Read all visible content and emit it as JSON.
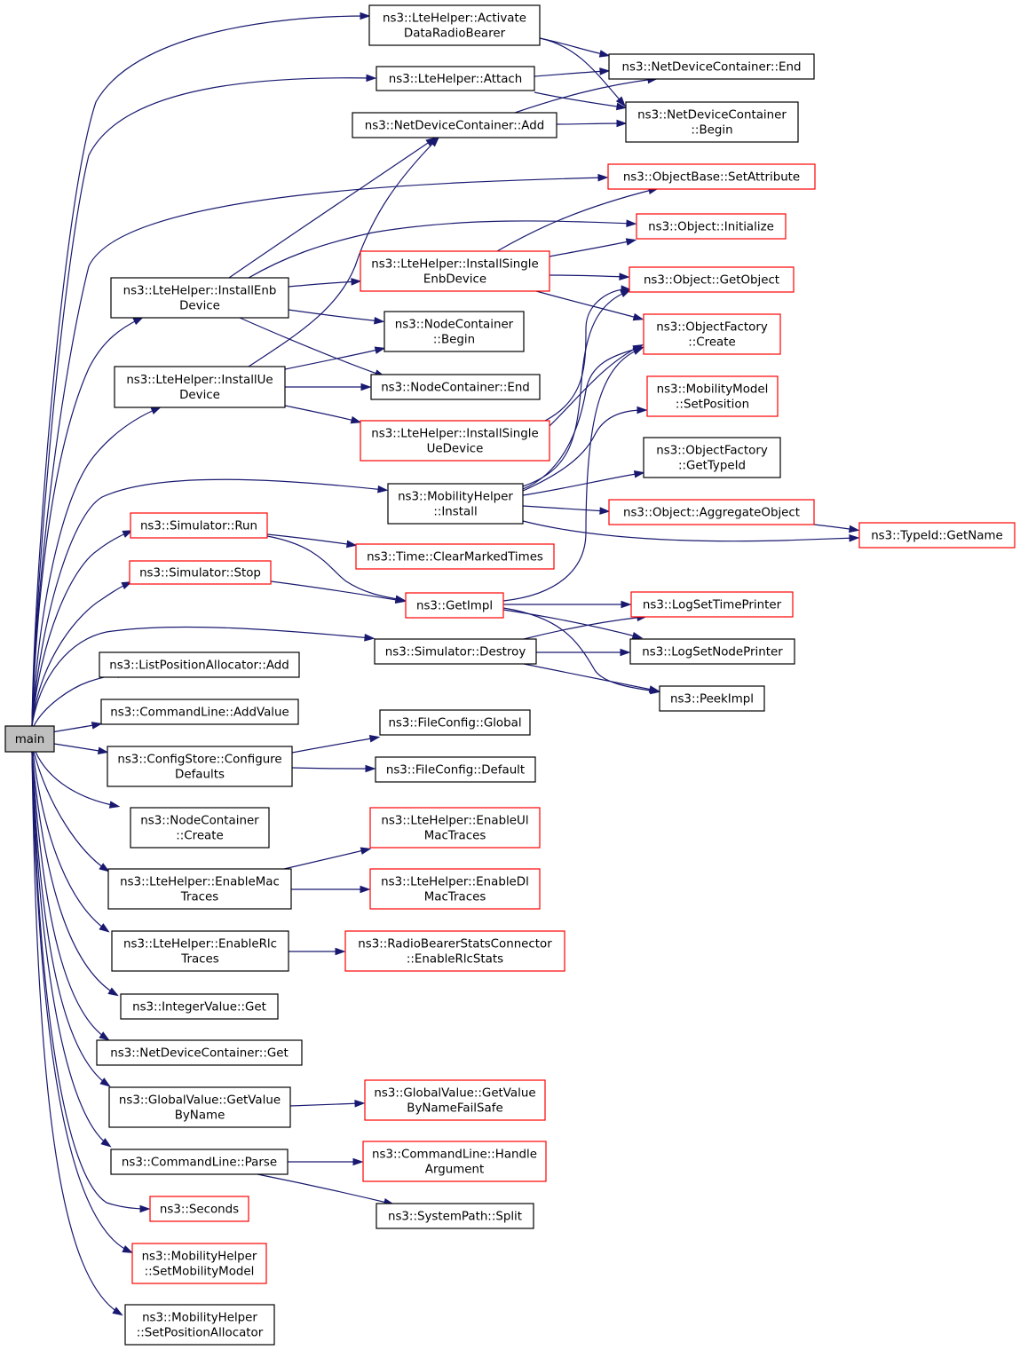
{
  "graph": {
    "colors": {
      "edge": "#191970",
      "normal_border": "#000000",
      "truncated_border": "#ff0000",
      "root_fill": "#bfbfbf",
      "node_fill": "#ffffff"
    },
    "nodes": [
      {
        "id": "main",
        "lines": [
          "main"
        ],
        "kind": "root"
      },
      {
        "id": "activate",
        "lines": [
          "ns3::LteHelper::Activate",
          "DataRadioBearer"
        ],
        "kind": "normal"
      },
      {
        "id": "attach",
        "lines": [
          "ns3::LteHelper::Attach"
        ],
        "kind": "normal"
      },
      {
        "id": "ndc-add",
        "lines": [
          "ns3::NetDeviceContainer::Add"
        ],
        "kind": "normal"
      },
      {
        "id": "ndc-end",
        "lines": [
          "ns3::NetDeviceContainer::End"
        ],
        "kind": "normal"
      },
      {
        "id": "ndc-begin",
        "lines": [
          "ns3::NetDeviceContainer",
          "::Begin"
        ],
        "kind": "normal"
      },
      {
        "id": "setattr",
        "lines": [
          "ns3::ObjectBase::SetAttribute"
        ],
        "kind": "truncated"
      },
      {
        "id": "obj-init",
        "lines": [
          "ns3::Object::Initialize"
        ],
        "kind": "truncated"
      },
      {
        "id": "install-single-enb",
        "lines": [
          "ns3::LteHelper::InstallSingle",
          "EnbDevice"
        ],
        "kind": "truncated"
      },
      {
        "id": "install-enb",
        "lines": [
          "ns3::LteHelper::InstallEnb",
          "Device"
        ],
        "kind": "normal"
      },
      {
        "id": "obj-getobject",
        "lines": [
          "ns3::Object::GetObject"
        ],
        "kind": "truncated"
      },
      {
        "id": "nc-begin",
        "lines": [
          "ns3::NodeContainer",
          "::Begin"
        ],
        "kind": "normal"
      },
      {
        "id": "of-create",
        "lines": [
          "ns3::ObjectFactory",
          "::Create"
        ],
        "kind": "truncated"
      },
      {
        "id": "install-ue",
        "lines": [
          "ns3::LteHelper::InstallUe",
          "Device"
        ],
        "kind": "normal"
      },
      {
        "id": "nc-end",
        "lines": [
          "ns3::NodeContainer::End"
        ],
        "kind": "normal"
      },
      {
        "id": "mm-setpos",
        "lines": [
          "ns3::MobilityModel",
          "::SetPosition"
        ],
        "kind": "truncated"
      },
      {
        "id": "install-single-ue",
        "lines": [
          "ns3::LteHelper::InstallSingle",
          "UeDevice"
        ],
        "kind": "truncated"
      },
      {
        "id": "of-gettypeid",
        "lines": [
          "ns3::ObjectFactory",
          "::GetTypeId"
        ],
        "kind": "normal"
      },
      {
        "id": "mh-install",
        "lines": [
          "ns3::MobilityHelper",
          "::Install"
        ],
        "kind": "normal"
      },
      {
        "id": "obj-aggregate",
        "lines": [
          "ns3::Object::AggregateObject"
        ],
        "kind": "truncated"
      },
      {
        "id": "typeid-getname",
        "lines": [
          "ns3::TypeId::GetName"
        ],
        "kind": "truncated"
      },
      {
        "id": "sim-run",
        "lines": [
          "ns3::Simulator::Run"
        ],
        "kind": "truncated"
      },
      {
        "id": "time-clear",
        "lines": [
          "ns3::Time::ClearMarkedTimes"
        ],
        "kind": "truncated"
      },
      {
        "id": "sim-stop",
        "lines": [
          "ns3::Simulator::Stop"
        ],
        "kind": "truncated"
      },
      {
        "id": "getimpl",
        "lines": [
          "ns3::GetImpl"
        ],
        "kind": "truncated"
      },
      {
        "id": "logsettime",
        "lines": [
          "ns3::LogSetTimePrinter"
        ],
        "kind": "truncated"
      },
      {
        "id": "sim-destroy",
        "lines": [
          "ns3::Simulator::Destroy"
        ],
        "kind": "normal"
      },
      {
        "id": "logsetnode",
        "lines": [
          "ns3::LogSetNodePrinter"
        ],
        "kind": "normal"
      },
      {
        "id": "lpa-add",
        "lines": [
          "ns3::ListPositionAllocator::Add"
        ],
        "kind": "normal"
      },
      {
        "id": "peekimpl",
        "lines": [
          "ns3::PeekImpl"
        ],
        "kind": "normal"
      },
      {
        "id": "cl-addvalue",
        "lines": [
          "ns3::CommandLine::AddValue"
        ],
        "kind": "normal"
      },
      {
        "id": "fc-global",
        "lines": [
          "ns3::FileConfig::Global"
        ],
        "kind": "normal"
      },
      {
        "id": "cs-configure",
        "lines": [
          "ns3::ConfigStore::Configure",
          "Defaults"
        ],
        "kind": "normal"
      },
      {
        "id": "fc-default",
        "lines": [
          "ns3::FileConfig::Default"
        ],
        "kind": "normal"
      },
      {
        "id": "nc-create",
        "lines": [
          "ns3::NodeContainer",
          "::Create"
        ],
        "kind": "normal"
      },
      {
        "id": "enable-ul-mac",
        "lines": [
          "ns3::LteHelper::EnableUl",
          "MacTraces"
        ],
        "kind": "truncated"
      },
      {
        "id": "enable-mac",
        "lines": [
          "ns3::LteHelper::EnableMac",
          "Traces"
        ],
        "kind": "normal"
      },
      {
        "id": "enable-dl-mac",
        "lines": [
          "ns3::LteHelper::EnableDl",
          "MacTraces"
        ],
        "kind": "truncated"
      },
      {
        "id": "enable-rlc",
        "lines": [
          "ns3::LteHelper::EnableRlc",
          "Traces"
        ],
        "kind": "normal"
      },
      {
        "id": "rbsc-enable-rlc",
        "lines": [
          "ns3::RadioBearerStatsConnector",
          "::EnableRlcStats"
        ],
        "kind": "truncated"
      },
      {
        "id": "intval-get",
        "lines": [
          "ns3::IntegerValue::Get"
        ],
        "kind": "normal"
      },
      {
        "id": "ndc-get",
        "lines": [
          "ns3::NetDeviceContainer::Get"
        ],
        "kind": "normal"
      },
      {
        "id": "gv-getbyname",
        "lines": [
          "ns3::GlobalValue::GetValue",
          "ByName"
        ],
        "kind": "normal"
      },
      {
        "id": "gv-getbyname-fs",
        "lines": [
          "ns3::GlobalValue::GetValue",
          "ByNameFailSafe"
        ],
        "kind": "truncated"
      },
      {
        "id": "cl-parse",
        "lines": [
          "ns3::CommandLine::Parse"
        ],
        "kind": "normal"
      },
      {
        "id": "cl-handle",
        "lines": [
          "ns3::CommandLine::Handle",
          "Argument"
        ],
        "kind": "truncated"
      },
      {
        "id": "seconds",
        "lines": [
          "ns3::Seconds"
        ],
        "kind": "truncated"
      },
      {
        "id": "sp-split",
        "lines": [
          "ns3::SystemPath::Split"
        ],
        "kind": "normal"
      },
      {
        "id": "mh-setmm",
        "lines": [
          "ns3::MobilityHelper",
          "::SetMobilityModel"
        ],
        "kind": "truncated"
      },
      {
        "id": "mh-setpa",
        "lines": [
          "ns3::MobilityHelper",
          "::SetPositionAllocator"
        ],
        "kind": "normal"
      }
    ],
    "edges": [
      [
        "main",
        "activate"
      ],
      [
        "main",
        "attach"
      ],
      [
        "main",
        "setattr"
      ],
      [
        "main",
        "install-enb"
      ],
      [
        "main",
        "install-ue"
      ],
      [
        "main",
        "mh-install"
      ],
      [
        "main",
        "sim-run"
      ],
      [
        "main",
        "sim-stop"
      ],
      [
        "main",
        "sim-destroy"
      ],
      [
        "main",
        "lpa-add"
      ],
      [
        "main",
        "cl-addvalue"
      ],
      [
        "main",
        "cs-configure"
      ],
      [
        "main",
        "nc-create"
      ],
      [
        "main",
        "enable-mac"
      ],
      [
        "main",
        "enable-rlc"
      ],
      [
        "main",
        "intval-get"
      ],
      [
        "main",
        "ndc-get"
      ],
      [
        "main",
        "gv-getbyname"
      ],
      [
        "main",
        "cl-parse"
      ],
      [
        "main",
        "seconds"
      ],
      [
        "main",
        "mh-setmm"
      ],
      [
        "main",
        "mh-setpa"
      ],
      [
        "activate",
        "ndc-end"
      ],
      [
        "activate",
        "ndc-begin"
      ],
      [
        "attach",
        "ndc-end"
      ],
      [
        "attach",
        "ndc-begin"
      ],
      [
        "ndc-add",
        "ndc-end"
      ],
      [
        "ndc-add",
        "ndc-begin"
      ],
      [
        "install-enb",
        "ndc-add"
      ],
      [
        "install-enb",
        "obj-init"
      ],
      [
        "install-enb",
        "install-single-enb"
      ],
      [
        "install-enb",
        "nc-begin"
      ],
      [
        "install-enb",
        "nc-end"
      ],
      [
        "install-single-enb",
        "setattr"
      ],
      [
        "install-single-enb",
        "obj-init"
      ],
      [
        "install-single-enb",
        "obj-getobject"
      ],
      [
        "install-single-enb",
        "of-create"
      ],
      [
        "install-ue",
        "ndc-add"
      ],
      [
        "install-ue",
        "nc-begin"
      ],
      [
        "install-ue",
        "nc-end"
      ],
      [
        "install-ue",
        "install-single-ue"
      ],
      [
        "install-single-ue",
        "obj-getobject"
      ],
      [
        "install-single-ue",
        "of-create"
      ],
      [
        "mh-install",
        "obj-getobject"
      ],
      [
        "mh-install",
        "of-create"
      ],
      [
        "mh-install",
        "mm-setpos"
      ],
      [
        "mh-install",
        "of-gettypeid"
      ],
      [
        "mh-install",
        "obj-aggregate"
      ],
      [
        "mh-install",
        "typeid-getname"
      ],
      [
        "obj-aggregate",
        "typeid-getname"
      ],
      [
        "sim-run",
        "time-clear"
      ],
      [
        "sim-run",
        "getimpl"
      ],
      [
        "sim-stop",
        "getimpl"
      ],
      [
        "getimpl",
        "of-create"
      ],
      [
        "getimpl",
        "logsettime"
      ],
      [
        "getimpl",
        "logsetnode"
      ],
      [
        "getimpl",
        "peekimpl"
      ],
      [
        "sim-destroy",
        "logsettime"
      ],
      [
        "sim-destroy",
        "logsetnode"
      ],
      [
        "sim-destroy",
        "peekimpl"
      ],
      [
        "cs-configure",
        "fc-global"
      ],
      [
        "cs-configure",
        "fc-default"
      ],
      [
        "enable-mac",
        "enable-ul-mac"
      ],
      [
        "enable-mac",
        "enable-dl-mac"
      ],
      [
        "enable-rlc",
        "rbsc-enable-rlc"
      ],
      [
        "gv-getbyname",
        "gv-getbyname-fs"
      ],
      [
        "cl-parse",
        "cl-handle"
      ],
      [
        "cl-parse",
        "sp-split"
      ]
    ]
  }
}
